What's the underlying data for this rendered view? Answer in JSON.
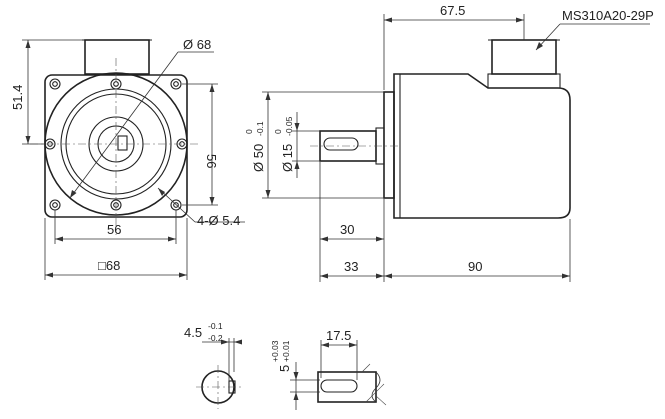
{
  "front_view": {
    "height_label": "51.4",
    "flange_circle_label": "Ø 68",
    "hole_spacing_h_label": "56",
    "hole_spacing_v_label": "56",
    "holes_label": "4-Ø 5.4",
    "flange_square_label": "□68"
  },
  "side_view": {
    "connector_length_label": "67.5",
    "connector_label": "MS310A20-29P",
    "pilot_dia_label": "Ø 50",
    "pilot_tol_upper": "0",
    "pilot_tol_lower": "-0.1",
    "shaft_dia_label": "Ø 15",
    "shaft_tol_upper": "0",
    "shaft_tol_lower": "-0.05",
    "key_length_label": "30",
    "shaft_length_label": "33",
    "body_length_label": "90"
  },
  "key_detail": {
    "depth_label": "4.5",
    "depth_tol_upper": "-0.1",
    "depth_tol_lower": "-0.2",
    "width_label": "5",
    "width_tol_upper": "+0.03",
    "width_tol_lower": "+0.01",
    "key_length_label": "17.5"
  }
}
